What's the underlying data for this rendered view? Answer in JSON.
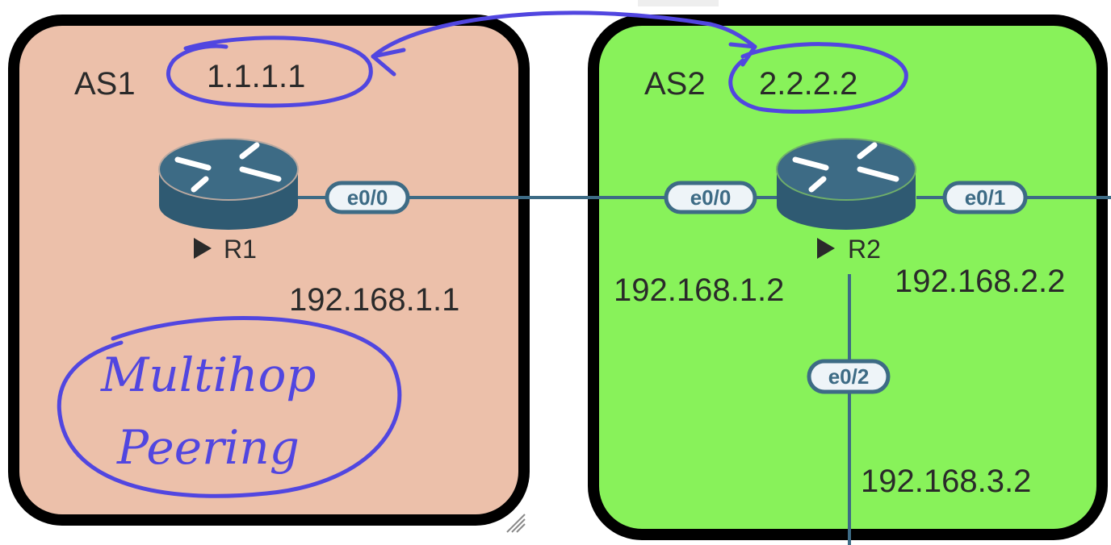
{
  "colors": {
    "as1_fill": "#ecc0aa",
    "as2_fill": "#88f25a",
    "router": "#3d6b85",
    "annotation": "#5146e0"
  },
  "as1": {
    "label": "AS1",
    "router_id": "1.1.1.1",
    "router": {
      "name": "R1",
      "interface": "e0/0",
      "ip": "192.168.1.1"
    }
  },
  "as2": {
    "label": "AS2",
    "router_id": "2.2.2.2",
    "router": {
      "name": "R2",
      "interfaces": [
        {
          "name": "e0/0",
          "ip": "192.168.1.2"
        },
        {
          "name": "e0/1",
          "ip": "192.168.2.2"
        },
        {
          "name": "e0/2",
          "ip": "192.168.3.2"
        }
      ]
    }
  },
  "annotation": {
    "line1": "Multihop",
    "line2": "Peering"
  }
}
